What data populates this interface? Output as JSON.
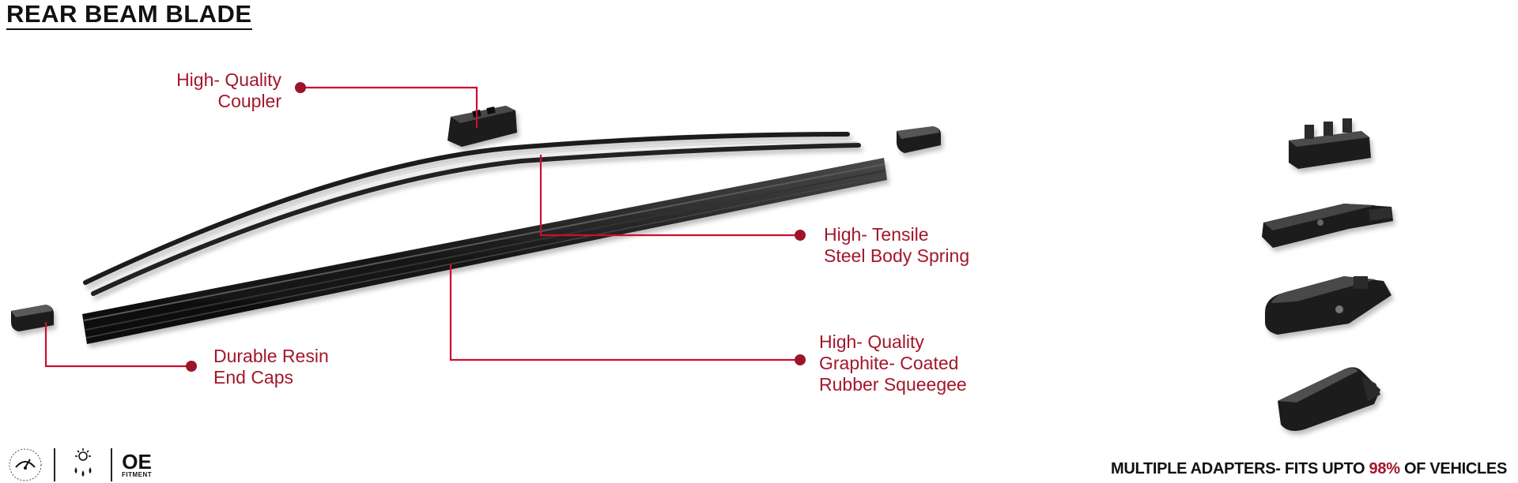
{
  "title": "REAR BEAM BLADE",
  "callouts": {
    "coupler": [
      "High- Quality",
      "Coupler"
    ],
    "spring": [
      "High- Tensile",
      "Steel Body Spring"
    ],
    "endcaps": [
      "Durable Resin",
      "End Caps"
    ],
    "squeegee": [
      "High- Quality",
      "Graphite- Coated",
      "Rubber Squeegee"
    ]
  },
  "badges": {
    "premium_wiping_element_icon": "premium-wiping-element-icon",
    "all_weather_icon": "all-weather-icon",
    "oe_main": "OE",
    "oe_sub": "FITMENT"
  },
  "footer": {
    "prefix": "MULTIPLE ADAPTERS- FITS UPTO ",
    "highlight": "98%",
    "suffix": " OF VEHICLES"
  },
  "colors": {
    "accent": "#a3162a",
    "text": "#111111",
    "part": "#1c1c1c"
  }
}
